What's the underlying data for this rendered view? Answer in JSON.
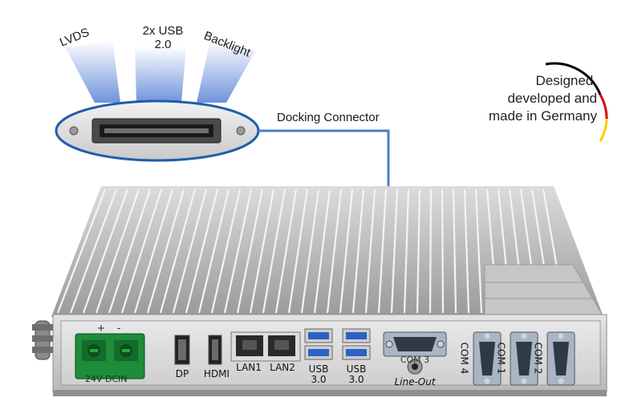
{
  "callout": {
    "lvds": "LVDS",
    "usb_line1": "2x USB",
    "usb_line2": "2.0",
    "backlight": "Backlight",
    "docking": "Docking Connector"
  },
  "tagline": {
    "line1": "Designed,",
    "line2": "developed and",
    "line3": "made in Germany"
  },
  "ports": {
    "power_plus": "+",
    "power_minus": "-",
    "power_label": "24V DCIN",
    "dp": "DP",
    "hdmi": "HDMI",
    "lan1": "LAN1",
    "lan2": "LAN2",
    "usb3a_line1": "USB",
    "usb3a_line2": "3.0",
    "usb3b_line1": "USB",
    "usb3b_line2": "3.0",
    "com3": "COM 3",
    "lineout": "Line-Out",
    "com4": "COM 4",
    "com1": "COM 1",
    "com2": "COM 2"
  },
  "colors": {
    "callout_blue": "#4a7fc4",
    "ring_blue": "#1f5ea8",
    "terminal_green": "#1e8c3a",
    "usb_blue": "#2b62c4",
    "flag_black": "#000000",
    "flag_red": "#dd0000",
    "flag_gold": "#ffce00"
  }
}
